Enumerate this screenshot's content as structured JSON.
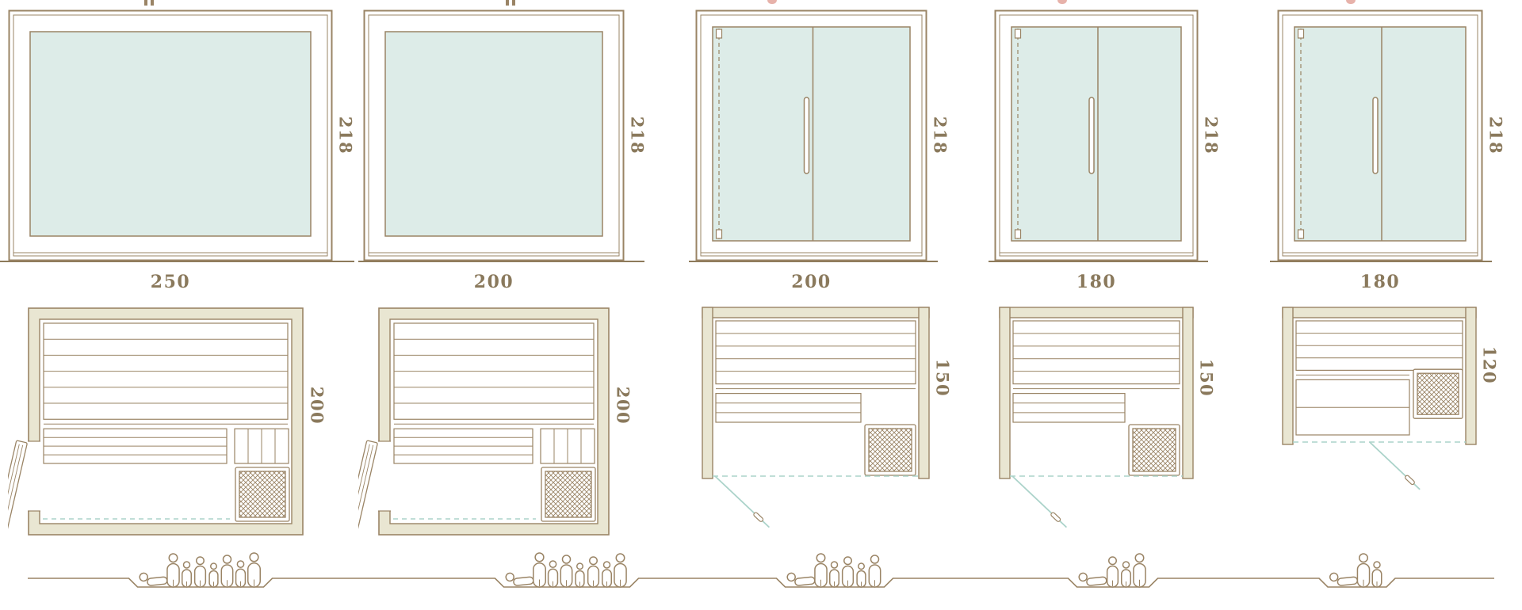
{
  "colors": {
    "line": "#9a8465",
    "text": "#8a795c",
    "glass": "#ddece8",
    "wall": "#e9e6d2",
    "teal": "#abd3ca",
    "white": "#ffffff",
    "pink_mark": "#e7b2aa"
  },
  "icons": {
    "heater": "cross-hatch-square",
    "person": "person-pictogram",
    "reclining_person": "reclining-person-pictogram",
    "door_handle": "door-handle-bar",
    "door_leaf": "open-door-leaf"
  },
  "columns": [
    {
      "elevation": {
        "style": "fixed-glass",
        "height_label": "218"
      },
      "width_label": "250",
      "plan": {
        "style": "side-door",
        "depth_label": "200",
        "back_slats": 6,
        "front_slats": 4,
        "heater": "bottom-right"
      },
      "capacity": {
        "lying": 1,
        "standing": 7
      }
    },
    {
      "elevation": {
        "style": "fixed-glass",
        "height_label": "218"
      },
      "width_label": "200",
      "plan": {
        "style": "side-door",
        "depth_label": "200",
        "back_slats": 6,
        "front_slats": 4,
        "heater": "bottom-right"
      },
      "capacity": {
        "lying": 1,
        "standing": 7
      }
    },
    {
      "elevation": {
        "style": "glass-door",
        "height_label": "218"
      },
      "width_label": "200",
      "plan": {
        "style": "front-door",
        "depth_label": "150",
        "back_slats": 5,
        "front_slats": 3,
        "heater": "bottom-right",
        "door_hinge": "left"
      },
      "capacity": {
        "lying": 1,
        "standing": 5
      }
    },
    {
      "elevation": {
        "style": "glass-door",
        "height_label": "218"
      },
      "width_label": "180",
      "plan": {
        "style": "front-door",
        "depth_label": "150",
        "back_slats": 5,
        "front_slats": 3,
        "heater": "bottom-right",
        "door_hinge": "left"
      },
      "capacity": {
        "lying": 1,
        "standing": 3
      }
    },
    {
      "elevation": {
        "style": "glass-door",
        "height_label": "218"
      },
      "width_label": "180",
      "plan": {
        "style": "front-door",
        "depth_label": "120",
        "back_slats": 4,
        "front_slats": 2,
        "heater": "right",
        "door_hinge": "mid"
      },
      "capacity": {
        "lying": 1,
        "standing": 2
      }
    }
  ]
}
